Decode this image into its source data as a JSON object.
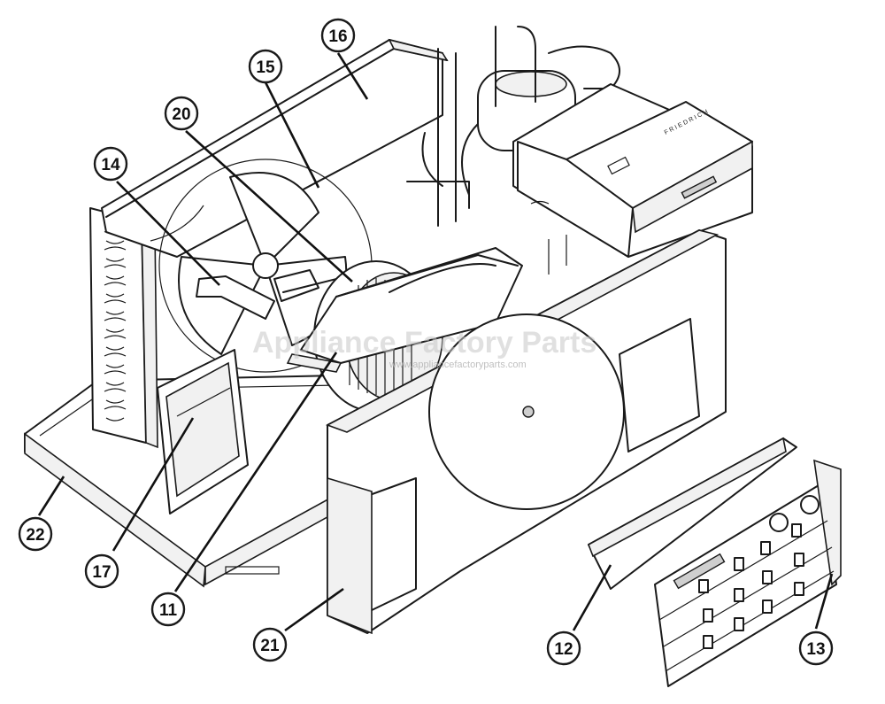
{
  "watermark": {
    "title": "Appliance Factory Parts",
    "url": "www.appliancefactoryparts.com"
  },
  "control_panel_brand": "FRIEDRICH",
  "callouts": [
    {
      "id": "16",
      "label": "16"
    },
    {
      "id": "15",
      "label": "15"
    },
    {
      "id": "20",
      "label": "20"
    },
    {
      "id": "14",
      "label": "14"
    },
    {
      "id": "22",
      "label": "22"
    },
    {
      "id": "17",
      "label": "17"
    },
    {
      "id": "11",
      "label": "11"
    },
    {
      "id": "21",
      "label": "21"
    },
    {
      "id": "12",
      "label": "12"
    },
    {
      "id": "13",
      "label": "13"
    }
  ]
}
